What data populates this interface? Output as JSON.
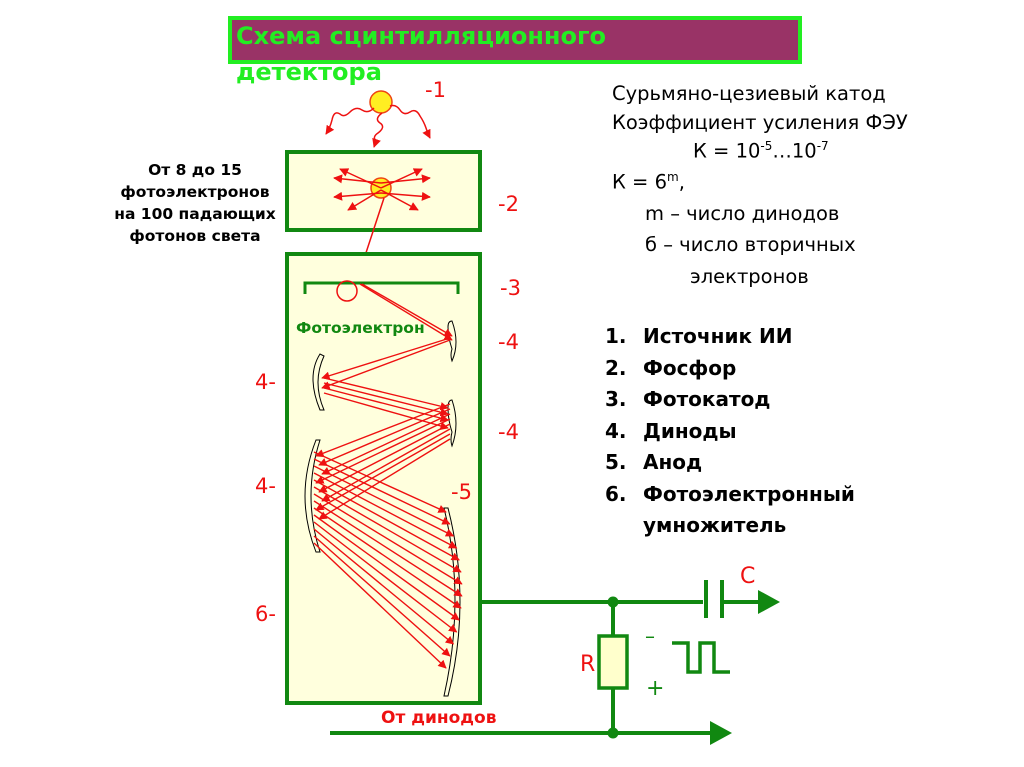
{
  "title": {
    "line1": "Схема сцинтилляционного",
    "line2": "детектора"
  },
  "colors": {
    "title_bg": "#993366",
    "title_text": "#22ee22",
    "box_fill": "#ffffdd",
    "box_border": "#118811",
    "arrow_red": "#ee1111",
    "photon_yellow": "#ffee22"
  },
  "callouts": {
    "c1": "-1",
    "c2": "-2",
    "c3": "-3",
    "c4a": "-4",
    "c4b": "-4",
    "c4c": "4-",
    "c4d": "4-",
    "c5": "-5",
    "c6": "6-"
  },
  "note": {
    "line1": "От 8 до 15",
    "line2": "фотоэлектронов",
    "line3": "на 100 падающих",
    "line4": "фотонов света"
  },
  "photoelectron_label": "Фотоэлектрон",
  "info": {
    "line1": "Сурьмяно-цезиевый катод",
    "line2": "Коэффициент усиления ФЭУ",
    "k_range_prefix": "К = 10",
    "k_range_exp1": "-5",
    "k_range_mid": "…10",
    "k_range_exp2": "-7",
    "k_formula_prefix": "К = 6",
    "k_formula_exp": "m",
    "k_formula_suffix": ",",
    "m_def": "m – число динодов",
    "b_def": "б – число вторичных",
    "b_def2": "электронов"
  },
  "legend": [
    {
      "num": "1.",
      "label": "Источник ИИ"
    },
    {
      "num": "2.",
      "label": "Фосфор"
    },
    {
      "num": "3.",
      "label": "Фотокатод"
    },
    {
      "num": "4.",
      "label": "Диноды"
    },
    {
      "num": "5.",
      "label": "Анод"
    },
    {
      "num": "6.",
      "label": "Фотоэлектронный"
    },
    {
      "num": "",
      "label": "умножитель"
    }
  ],
  "circuit": {
    "capacitor_label": "C",
    "resistor_label": "R",
    "minus": "–",
    "plus": "+",
    "from_dynodes": "От динодов"
  }
}
